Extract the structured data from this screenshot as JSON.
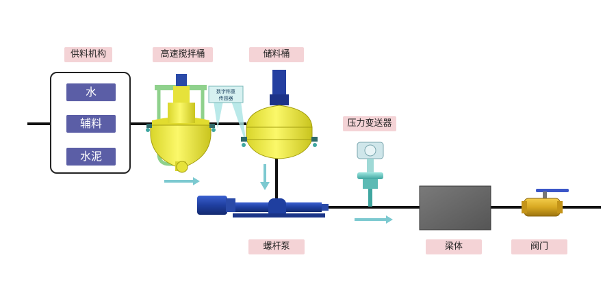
{
  "labels": {
    "supply": "供料机构",
    "mixer": "高速搅拌桶",
    "storage": "储料桶",
    "pressure": "压力变送器",
    "pump": "螺杆泵",
    "beam": "梁体",
    "valve": "阀门"
  },
  "materials": [
    "水",
    "辅料",
    "水泥"
  ],
  "sensor_callout": [
    "数字称重",
    "传感器"
  ],
  "colors": {
    "tank_yellow": "#f2ee3e",
    "pipe_green": "#8fd18c",
    "pump_blue": "#1f3fa0",
    "flow_arrow": "#7cc9d0",
    "label_bg": "#f4d3d6",
    "material_bg": "#5b5ea6",
    "beam_gray": "#6e6e6e",
    "valve_brass": "#d8a821"
  }
}
